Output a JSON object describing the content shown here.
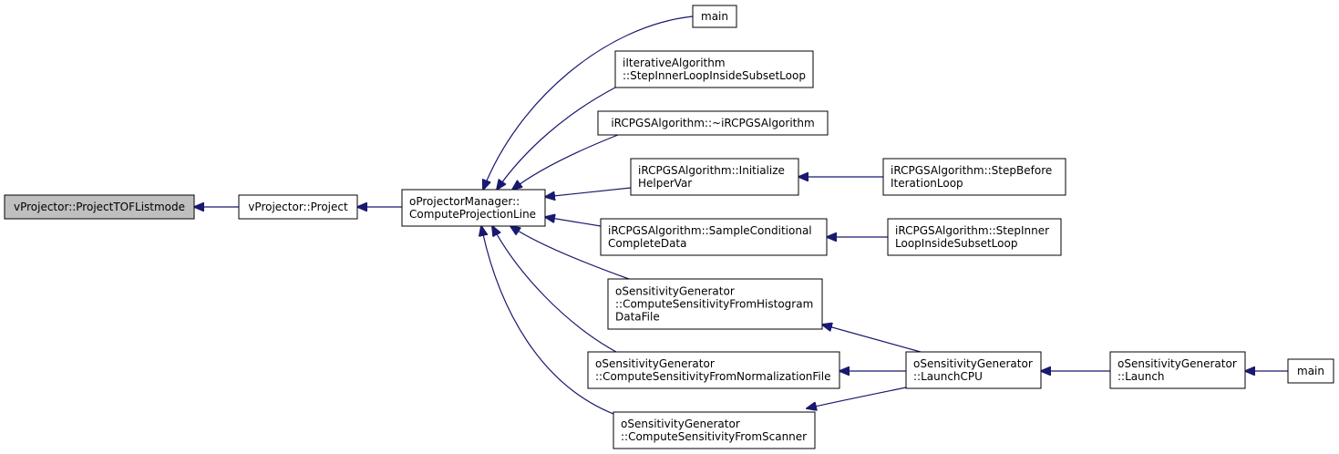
{
  "colors": {
    "edge": "#191970",
    "node_border": "#000000",
    "node_fill": "#ffffff",
    "focus_fill": "#bfbfbf",
    "background": "#ffffff"
  },
  "nodes": {
    "project_tof_listmode": {
      "lines": [
        "vProjector::ProjectTOFListmode"
      ]
    },
    "project": {
      "lines": [
        "vProjector::Project"
      ]
    },
    "compute_projection_line": {
      "lines": [
        "oProjectorManager::",
        "ComputeProjectionLine"
      ]
    },
    "main_top": {
      "lines": [
        "main"
      ]
    },
    "iterative_step_inner": {
      "lines": [
        "iIterativeAlgorithm",
        "::StepInnerLoopInsideSubsetLoop"
      ]
    },
    "rcpgs_destructor": {
      "lines": [
        "iRCPGSAlgorithm::~iRCPGSAlgorithm"
      ]
    },
    "rcpgs_initialize": {
      "lines": [
        "iRCPGSAlgorithm::Initialize",
        "HelperVar"
      ]
    },
    "rcpgs_step_before": {
      "lines": [
        "iRCPGSAlgorithm::StepBefore",
        "IterationLoop"
      ]
    },
    "rcpgs_sample": {
      "lines": [
        "iRCPGSAlgorithm::SampleConditional",
        "CompleteData"
      ]
    },
    "rcpgs_step_inner": {
      "lines": [
        "iRCPGSAlgorithm::StepInner",
        "LoopInsideSubsetLoop"
      ]
    },
    "sens_histogram": {
      "lines": [
        "oSensitivityGenerator",
        "::ComputeSensitivityFromHistogram",
        "DataFile"
      ]
    },
    "sens_normalization": {
      "lines": [
        "oSensitivityGenerator",
        "::ComputeSensitivityFromNormalizationFile"
      ]
    },
    "sens_scanner": {
      "lines": [
        "oSensitivityGenerator",
        "::ComputeSensitivityFromScanner"
      ]
    },
    "sens_launch_cpu": {
      "lines": [
        "oSensitivityGenerator",
        "::LaunchCPU"
      ]
    },
    "sens_launch": {
      "lines": [
        "oSensitivityGenerator",
        "::Launch"
      ]
    },
    "main_right": {
      "lines": [
        "main"
      ]
    }
  },
  "edges": [
    {
      "from": "project",
      "to": "project_tof_listmode"
    },
    {
      "from": "compute_projection_line",
      "to": "project"
    },
    {
      "from": "main_top",
      "to": "compute_projection_line"
    },
    {
      "from": "iterative_step_inner",
      "to": "compute_projection_line"
    },
    {
      "from": "rcpgs_destructor",
      "to": "compute_projection_line"
    },
    {
      "from": "rcpgs_initialize",
      "to": "compute_projection_line"
    },
    {
      "from": "rcpgs_sample",
      "to": "compute_projection_line"
    },
    {
      "from": "sens_histogram",
      "to": "compute_projection_line"
    },
    {
      "from": "sens_normalization",
      "to": "compute_projection_line"
    },
    {
      "from": "sens_scanner",
      "to": "compute_projection_line"
    },
    {
      "from": "rcpgs_step_before",
      "to": "rcpgs_initialize"
    },
    {
      "from": "rcpgs_step_inner",
      "to": "rcpgs_sample"
    },
    {
      "from": "sens_launch_cpu",
      "to": "sens_histogram"
    },
    {
      "from": "sens_launch_cpu",
      "to": "sens_normalization"
    },
    {
      "from": "sens_launch_cpu",
      "to": "sens_scanner"
    },
    {
      "from": "sens_launch",
      "to": "sens_launch_cpu"
    },
    {
      "from": "main_right",
      "to": "sens_launch"
    }
  ]
}
